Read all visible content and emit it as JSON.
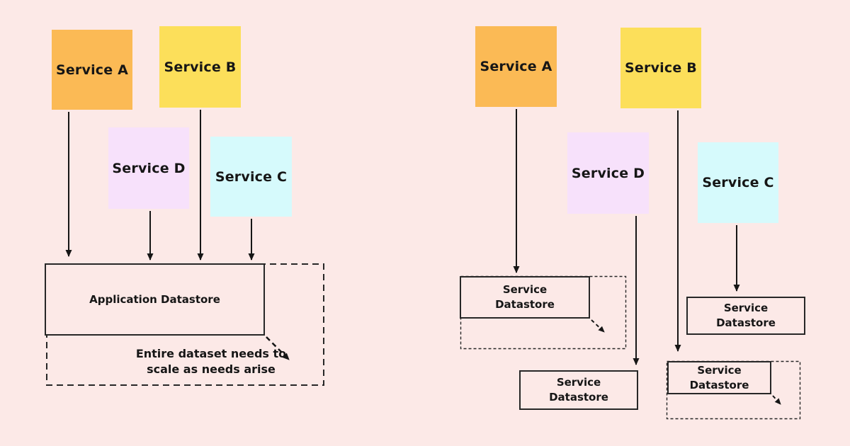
{
  "diagram": {
    "description": "Shared application datastore vs per-service datastores"
  },
  "colors": {
    "background": "#fce9e7",
    "service_a": "#fbba55",
    "service_b": "#fcdf5a",
    "service_d": "#f7e1fb",
    "service_c": "#d6fafc",
    "outline": "#272727",
    "arrow": "#161616"
  },
  "left_panel": {
    "services": [
      {
        "label": "Service A"
      },
      {
        "label": "Service B"
      },
      {
        "label": "Service D"
      },
      {
        "label": "Service C"
      }
    ],
    "datastore_label": "Application Datastore",
    "annotation": "Entire dataset needs to\nscale as needs arise"
  },
  "right_panel": {
    "services": [
      {
        "label": "Service A"
      },
      {
        "label": "Service B"
      },
      {
        "label": "Service D"
      },
      {
        "label": "Service C"
      }
    ],
    "datastores": [
      {
        "label": "Service\nDatastore"
      },
      {
        "label": "Service\nDatastore"
      },
      {
        "label": "Service\nDatastore"
      },
      {
        "label": "Service\nDatastore"
      }
    ]
  }
}
